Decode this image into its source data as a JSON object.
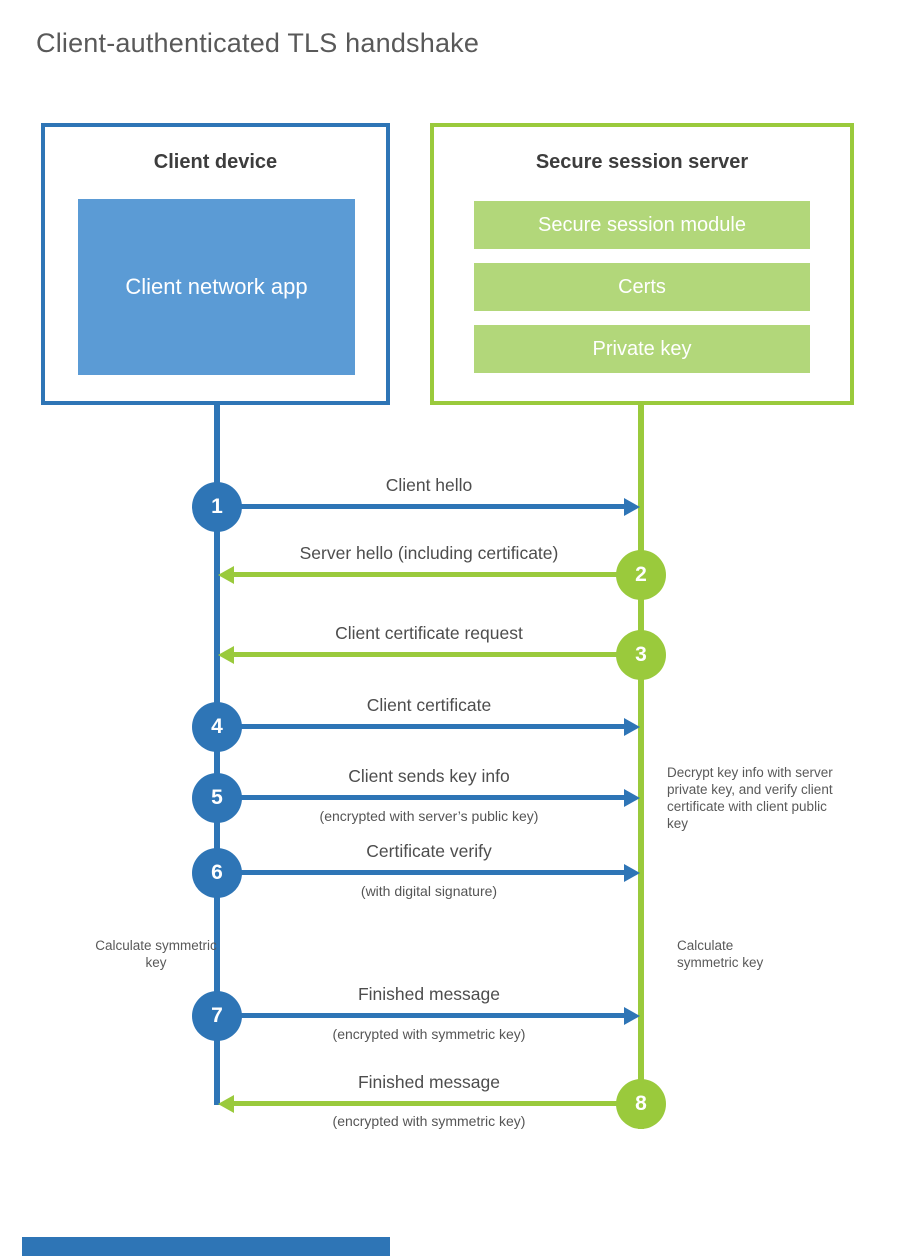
{
  "title": "Client-authenticated TLS handshake",
  "colors": {
    "blue": "#2e75b6",
    "blue_fill": "#5b9bd5",
    "green": "#9aca3c",
    "green_fill": "#b2d77a",
    "text_gray": "#595959"
  },
  "client_box": {
    "title": "Client device",
    "app_label": "Client network app"
  },
  "server_box": {
    "title": "Secure session server",
    "modules": [
      "Secure session module",
      "Certs",
      "Private key"
    ]
  },
  "messages": [
    {
      "num": "1",
      "label": "Client hello",
      "sublabel": "",
      "direction": "right",
      "color": "blue"
    },
    {
      "num": "2",
      "label": "Server hello (including certificate)",
      "sublabel": "",
      "direction": "left",
      "color": "green"
    },
    {
      "num": "3",
      "label": "Client certificate request",
      "sublabel": "",
      "direction": "left",
      "color": "green"
    },
    {
      "num": "4",
      "label": "Client certificate",
      "sublabel": "",
      "direction": "right",
      "color": "blue"
    },
    {
      "num": "5",
      "label": "Client sends key info",
      "sublabel": "(encrypted with server’s public key)",
      "direction": "right",
      "color": "blue"
    },
    {
      "num": "6",
      "label": "Certificate verify",
      "sublabel": "(with digital signature)",
      "direction": "right",
      "color": "blue"
    },
    {
      "num": "7",
      "label": "Finished message",
      "sublabel": "(encrypted with symmetric key)",
      "direction": "right",
      "color": "blue"
    },
    {
      "num": "8",
      "label": "Finished message",
      "sublabel": "(encrypted with symmetric key)",
      "direction": "left",
      "color": "green"
    }
  ],
  "notes": {
    "decrypt": "Decrypt key info with server private key, and verify client certificate with client public key",
    "calc_left": "Calculate symmetric key",
    "calc_right": "Calculate symmetric key"
  }
}
